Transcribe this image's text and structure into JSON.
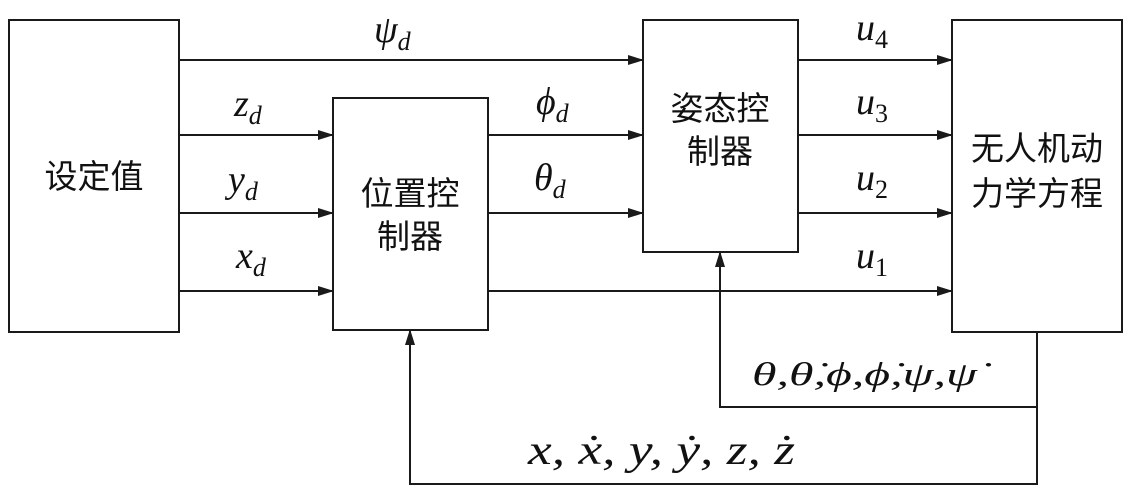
{
  "blocks": {
    "setpoint": "设定值",
    "position_controller": [
      "位置控",
      "制器"
    ],
    "attitude_controller": [
      "姿态控",
      "制器"
    ],
    "dynamics": [
      "无人机动",
      "力学方程"
    ]
  },
  "signals": {
    "psi_d": {
      "sym": "ψ",
      "sub": "d"
    },
    "z_d": {
      "sym": "z",
      "sub": "d"
    },
    "y_d": {
      "sym": "y",
      "sub": "d"
    },
    "x_d": {
      "sym": "x",
      "sub": "d"
    },
    "phi_d": {
      "sym": "ϕ",
      "sub": "d"
    },
    "theta_d": {
      "sym": "θ",
      "sub": "d"
    },
    "u4": {
      "sym": "u",
      "sub": "4"
    },
    "u3": {
      "sym": "u",
      "sub": "3"
    },
    "u2": {
      "sym": "u",
      "sub": "2"
    },
    "u1": {
      "sym": "u",
      "sub": "1"
    }
  },
  "feedback": {
    "attitude_states": "θ,θ̇,ϕ,ϕ̇,ψ,ψ̇",
    "position_states": "x, ẋ, y, ẏ, z, ż"
  }
}
